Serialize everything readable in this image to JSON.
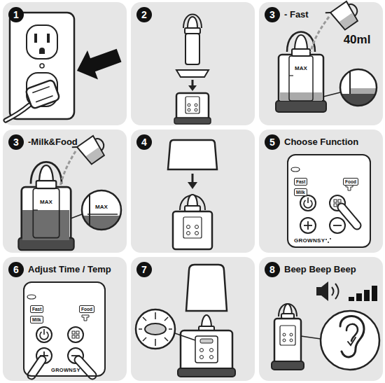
{
  "diagram": {
    "nodes": [
      {
        "text": [
          "1"
        ]
      },
      {
        "text": [
          "2"
        ]
      },
      {
        "text": [
          "3",
          "- Fast"
        ]
      },
      {
        "text": [
          "3",
          "-Milk&Food"
        ]
      },
      {
        "text": [
          "4"
        ]
      },
      {
        "text": [
          "5",
          "Choose Function"
        ]
      },
      {
        "text": [
          "GROWNSY"
        ]
      },
      {
        "text": [
          "Fast"
        ],
        "in": 6
      },
      {
        "text": [
          "Milk"
        ],
        "in": 6
      },
      {
        "text": [
          "Food"
        ],
        "in": 6
      },
      {
        "text": [
          "6",
          "Adjust Time / Temp"
        ]
      },
      {
        "text": [
          "GROWNSY"
        ]
      },
      {
        "text": [
          "Fast"
        ],
        "in": 11
      },
      {
        "text": [
          "Milk"
        ],
        "in": 11
      },
      {
        "text": [
          "Food"
        ],
        "in": 11
      },
      {
        "text": [
          "7"
        ]
      },
      {
        "text": [
          "8",
          "Beep Beep Beep"
        ]
      }
    ],
    "labels": [
      "40ml",
      "MAX",
      "MAX",
      "MAX"
    ]
  }
}
